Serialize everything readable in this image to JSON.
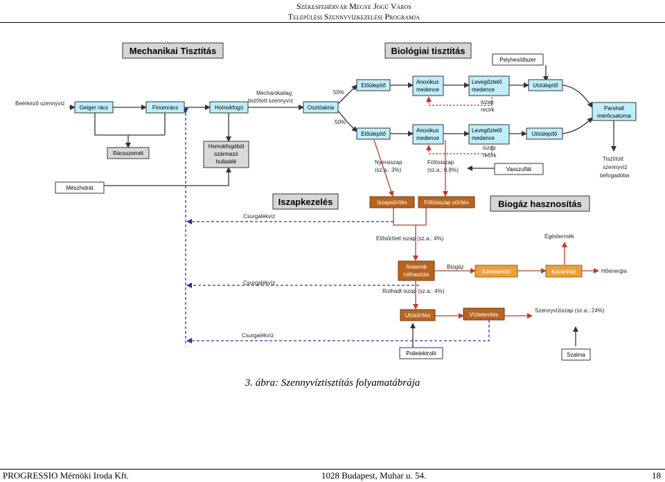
{
  "header": {
    "line1": "Székesfehérvár Megye Jogú Város",
    "line2": "Települési Szennyvízkezelési Programja"
  },
  "sections": {
    "mechanical": "Mechanikai Tisztítás",
    "biological": "Biológiai tisztítás",
    "sludge": "Iszapkezelés",
    "biogas": "Biogáz hasznosítás"
  },
  "nodes": {
    "geiger": "Geiger rács",
    "finomracs": "Finomrács",
    "homokfogo": "Homokfogó",
    "osztoakna": "Osztóakna",
    "racsszemet": "Rácsszemét",
    "homokhulladek": [
      "Homokfogóból",
      "származó",
      "hulladék"
    ],
    "meszhidrat": "Mészhidrát",
    "elo1": "Előülepítő",
    "elo2": "Előülepítő",
    "anox1": [
      "Anoxikus",
      "medence"
    ],
    "anox2": [
      "Anoxikus",
      "medence"
    ],
    "lev1": [
      "Levegőztető",
      "medence"
    ],
    "lev2": [
      "Levegőztető",
      "medence"
    ],
    "uto1": "Utóülepítő",
    "uto2": "Utóülepítő",
    "pelyhesito": "Pelyhesítőszer",
    "parshall": [
      "Parshall",
      "mérőcsatorna"
    ],
    "vasszulfat": "Vasszulfát",
    "iszapsurites": "Iszapsűrítés",
    "folosiszapsurites": "Fölösiszap sűrítés",
    "anaerob": [
      "Anaerob",
      "rothasztás"
    ],
    "kentelenito": "Kéntelenítő",
    "kazanhaz": "Kazánház",
    "utosurites": "Utósűrítés",
    "viztelenites": "Víztelenítés",
    "polielektrolit": "Polielektrolit",
    "szalma": "Szalma"
  },
  "labels": {
    "beerkezo": "Beérkező szennyvíz",
    "mechtisztitott": [
      "Mechanikailag",
      "tisztított szennyvíz"
    ],
    "pct1": "50%",
    "pct2": "50%",
    "recirk1": [
      "iszap",
      "recirk"
    ],
    "recirk2": [
      "iszap",
      "recirk"
    ],
    "nyersiszap": [
      "Nyersiszap",
      "(sz.a.: 3%)"
    ],
    "folosiszap": [
      "Fölösiszap",
      "(sz.a.: 0,8%)"
    ],
    "tisztitott": [
      "Tisztított",
      "szennyvíz",
      "befogadóba"
    ],
    "csurg1": "Csurgalékvíz",
    "csurg2": "Csurgalékvíz",
    "csurg3": "Csurgalékvíz",
    "elosuritett": "Elősűrített iszap (sz.a.: 4%)",
    "biogaz": "Biogáz",
    "egestermek": "Égéstermék",
    "hoenergia": "Hőenergia",
    "rothadt": "Rothadt iszap (sz.a.: 4%)",
    "szennyviziszap": "Szennyvíziszap (sz.a.: 24%)"
  },
  "colors": {
    "cyanBox": "#bfeefa",
    "brownBox": "#b8641f",
    "sectionBox": "#d6d6d6",
    "arrowRed": "#c0392b",
    "arrowBlue": "#2233aa"
  },
  "caption": "3. ábra: Szennyvíztisztítás folyamatábrája",
  "footer": {
    "left": "PROGRESSIO Mérnöki Iroda Kft.",
    "center": "1028 Budapest, Muhar u. 54.",
    "page": "18"
  }
}
